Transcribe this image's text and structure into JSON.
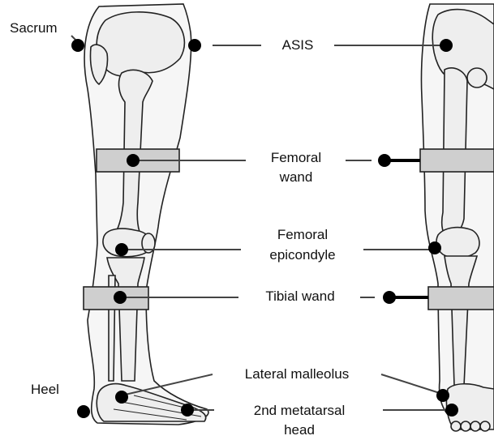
{
  "colors": {
    "outline": "#222222",
    "bone_fill": "#eeeeee",
    "skin_fill": "#f6f6f6",
    "wand_fill": "#cfcfcf",
    "marker": "#000000",
    "leader_line": "#444444"
  },
  "labels": {
    "sacrum": "Sacrum",
    "asis": "ASIS",
    "femoral_wand_1": "Femoral",
    "femoral_wand_2": "wand",
    "femoral_epicondyle_1": "Femoral",
    "femoral_epicondyle_2": "epicondyle",
    "tibial_wand": "Tibial wand",
    "lateral_malleolus": "Lateral malleolus",
    "heel": "Heel",
    "metatarsal_head_1": "2nd metatarsal",
    "metatarsal_head_2": "head"
  },
  "markers": {
    "left_view": [
      "sacrum",
      "asis",
      "femoral-wand",
      "femoral-epicondyle",
      "tibial-wand",
      "lateral-malleolus",
      "heel",
      "metatarsal-head"
    ],
    "right_view": [
      "asis",
      "femoral-wand",
      "femoral-epicondyle",
      "tibial-wand",
      "lateral-malleolus",
      "metatarsal-head"
    ]
  }
}
